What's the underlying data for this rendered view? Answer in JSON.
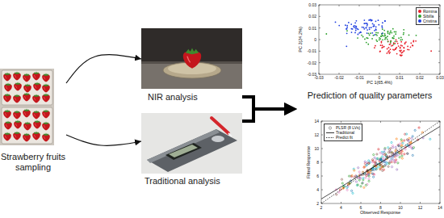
{
  "diagram": {
    "nodes": [
      {
        "text": [
          "Strawberry fruits sampling"
        ]
      },
      {
        "text": [
          "NIR analysis"
        ]
      },
      {
        "text": [
          "Traditional analysis"
        ]
      },
      {
        "text": [
          "Prediction of quality parameters"
        ]
      }
    ],
    "edges": [
      {
        "from": 0,
        "to": 1,
        "arrow": "to"
      },
      {
        "from": 0,
        "to": 2,
        "arrow": "to"
      },
      {
        "from": 1,
        "to": 3,
        "arrow": "to"
      },
      {
        "from": 2,
        "to": 3,
        "arrow": "to"
      }
    ],
    "labels": [
      "0.03",
      "0.02",
      "0.01",
      "0",
      "-0.01",
      "-0.02",
      "-0.03",
      "-0.03",
      "-0.02",
      "-0.01",
      "0",
      "0.01",
      "0.02",
      "0.03",
      "PC 1(65.4%)",
      "PC 2(24.2%)",
      "14",
      "12",
      "10",
      "8",
      "6",
      "4",
      "2",
      "2",
      "4",
      "6",
      "8",
      "10",
      "12",
      "14",
      "Observed Response",
      "Fitted Response"
    ],
    "legend": [
      {
        "text": "Romina",
        "color": "#e8202a"
      },
      {
        "text": "Sibilla",
        "color": "#2ca02c"
      },
      {
        "text": "Cristina",
        "color": "#1f3fe0"
      },
      {
        "text": "PLSR (8 LVs)"
      },
      {
        "text": "Traditional"
      },
      {
        "text": "Predict fit"
      }
    ]
  }
}
